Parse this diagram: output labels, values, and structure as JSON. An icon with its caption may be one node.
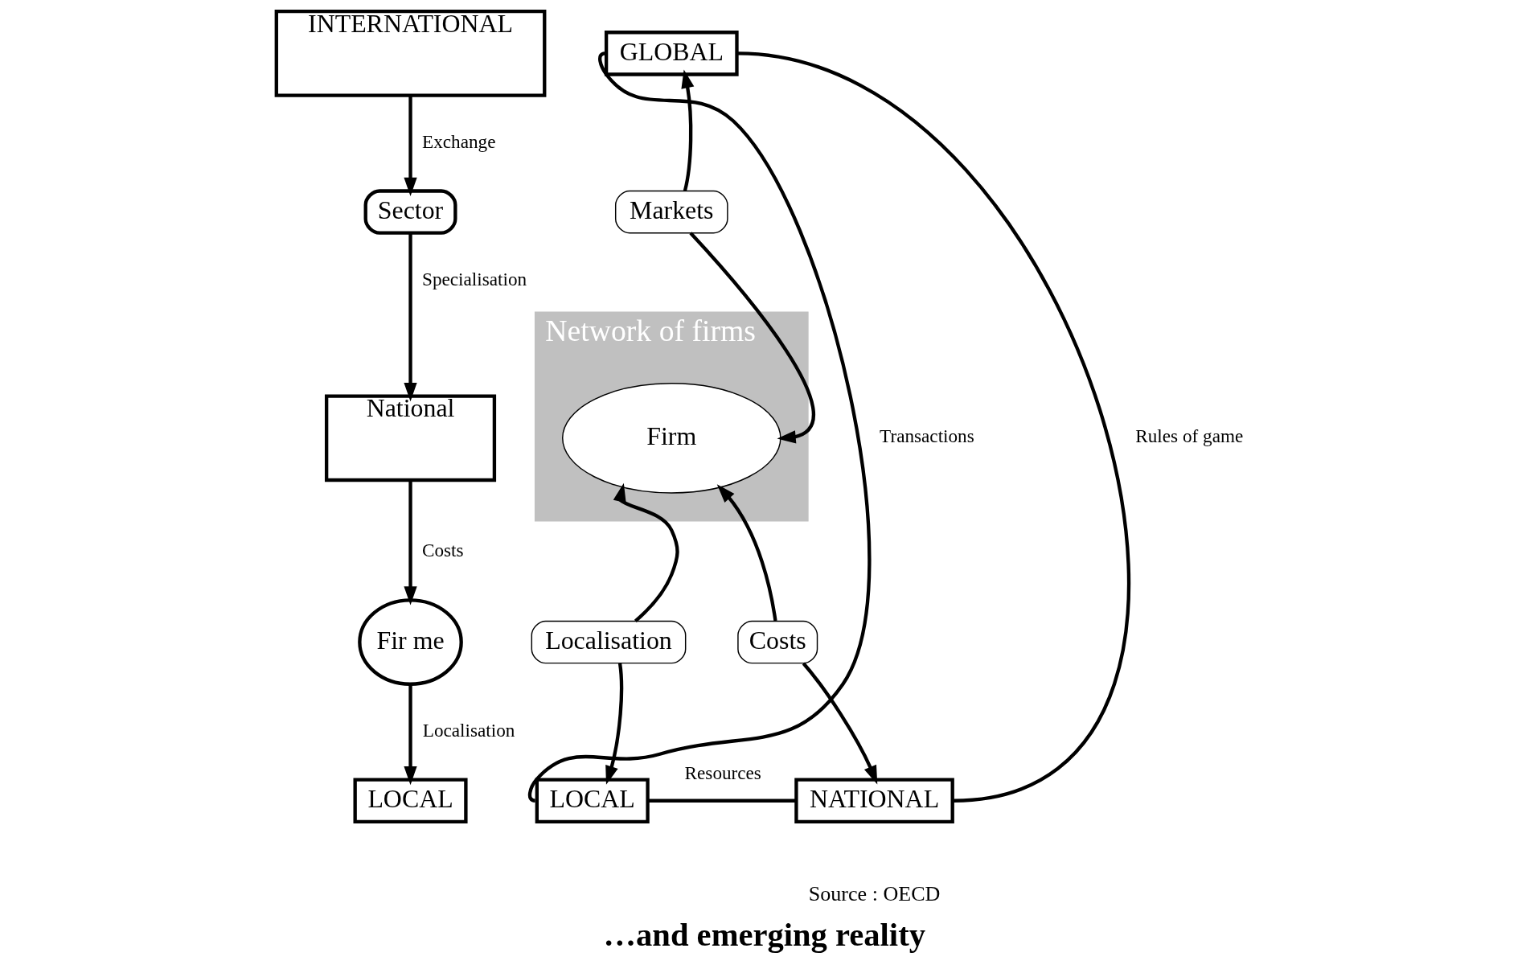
{
  "diagram": {
    "caption": "…and emerging reality",
    "nodes": [
      {
        "text": [
          "INTERNATIONAL"
        ]
      },
      {
        "text": [
          "Sector"
        ]
      },
      {
        "text": [
          "National"
        ]
      },
      {
        "text": [
          "Fir me"
        ]
      },
      {
        "text": [
          "LOCAL"
        ]
      },
      {
        "text": [
          "GLOBAL"
        ]
      },
      {
        "text": [
          "Markets"
        ]
      },
      {
        "text": [
          "Network of firms"
        ]
      },
      {
        "text": [
          "Firm"
        ],
        "in": 7
      },
      {
        "text": [
          "Localisation"
        ]
      },
      {
        "text": [
          "Costs"
        ]
      },
      {
        "text": [
          "LOCAL"
        ]
      },
      {
        "text": [
          "NATIONAL"
        ]
      }
    ],
    "edges": [
      {
        "from": 0,
        "to": 1,
        "arrow": "to",
        "label": "Exchange"
      },
      {
        "from": 1,
        "to": 2,
        "arrow": "to",
        "label": "Specialisation"
      },
      {
        "from": 2,
        "to": 3,
        "arrow": "to",
        "label": "Costs"
      },
      {
        "from": 3,
        "to": 4,
        "arrow": "to",
        "label": "Localisation"
      },
      {
        "from": 6,
        "to": 5,
        "arrow": "to"
      },
      {
        "from": 6,
        "to": 8,
        "arrow": "to"
      },
      {
        "from": 9,
        "to": 8,
        "arrow": "to"
      },
      {
        "from": 9,
        "to": 11,
        "arrow": "to"
      },
      {
        "from": 10,
        "to": 8,
        "arrow": "to"
      },
      {
        "from": 10,
        "to": 12,
        "arrow": "to"
      },
      {
        "from": 5,
        "to": 11,
        "arrow": "none",
        "label": "Transactions"
      },
      {
        "from": 5,
        "to": 12,
        "arrow": "none",
        "label": "Rules of game"
      },
      {
        "from": 11,
        "to": 12,
        "arrow": "none",
        "label": "Resources"
      }
    ],
    "labels": [
      "Source : OECD"
    ]
  }
}
